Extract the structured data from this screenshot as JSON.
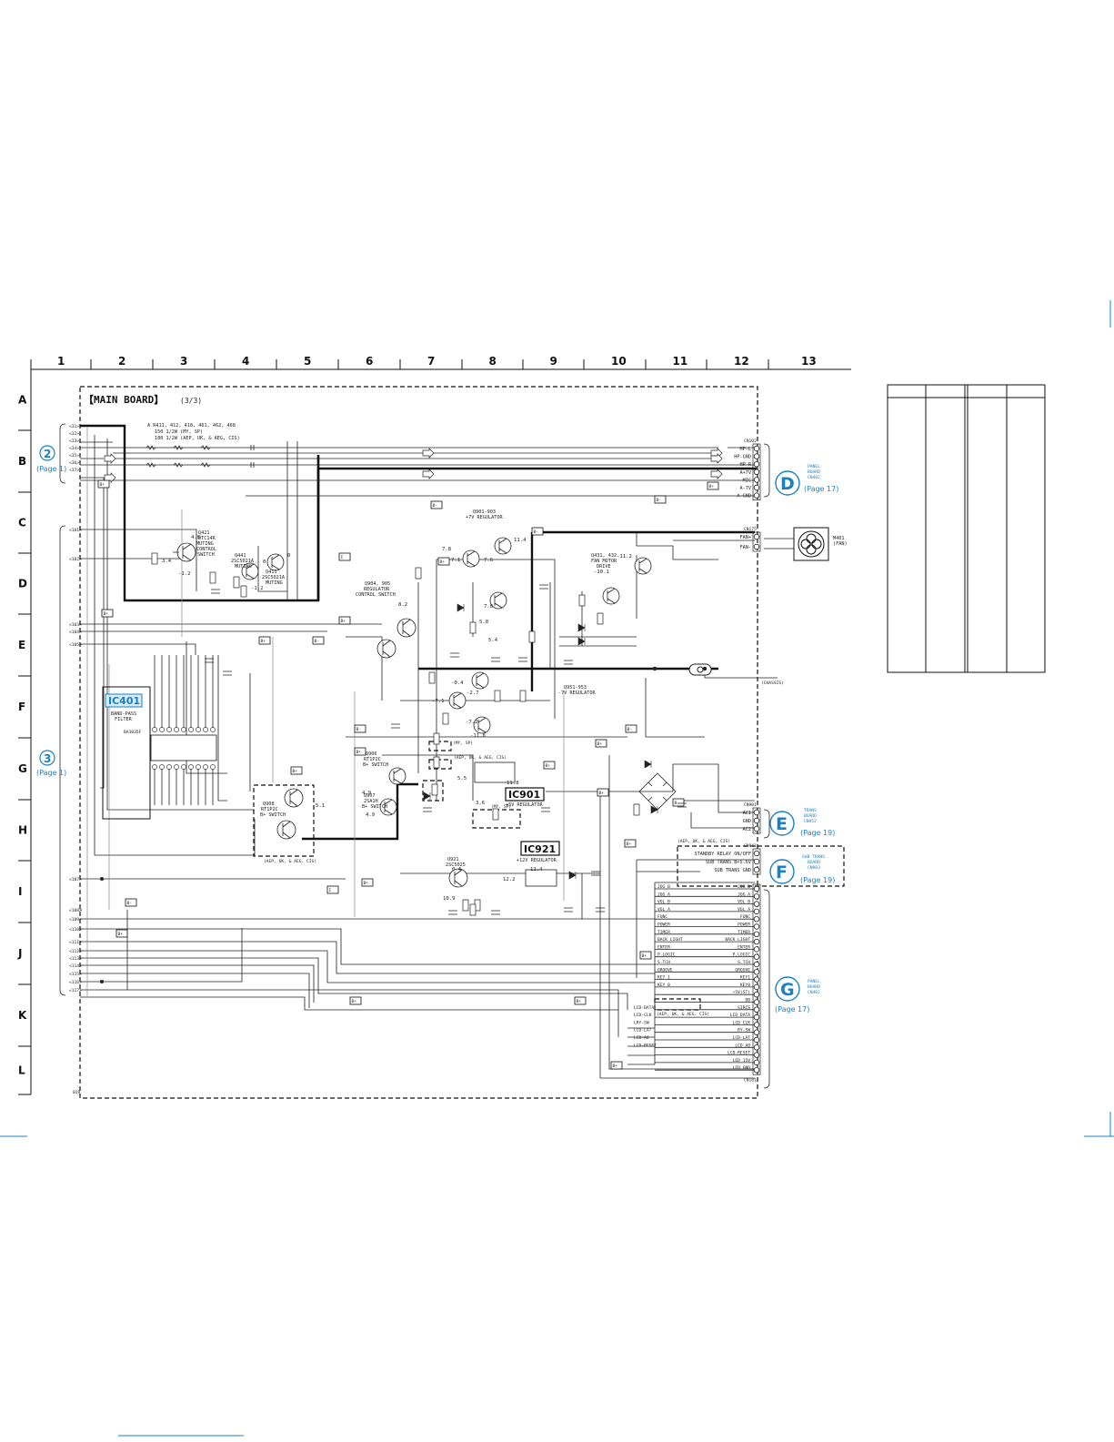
{
  "columns": [
    "1",
    "2",
    "3",
    "4",
    "5",
    "6",
    "7",
    "8",
    "9",
    "10",
    "11",
    "12",
    "13"
  ],
  "rows": [
    "A",
    "B",
    "C",
    "D",
    "E",
    "F",
    "G",
    "H",
    "I",
    "J",
    "K",
    "L"
  ],
  "board_title": "【MAIN BOARD】",
  "board_sub": "(3/3)",
  "header_notes": [
    "A R411, 412, 418, 461, 462, 468",
    "150 1/2W (MY, SP)",
    "180 1/2W (AEP, UK, & AEG, CIS)"
  ],
  "ic_labels": {
    "ic401": "IC401",
    "ic401_desc": [
      "BAND-PASS",
      "FILTER"
    ],
    "ic401_part": "BA3835F",
    "ic901": "IC901",
    "ic901_desc": "+5V REGULATOR",
    "ic921": "IC921",
    "ic921_desc": "+12V REGULATOR"
  },
  "blocks": {
    "q421": [
      "Q421",
      "DTC14R",
      "MUTING",
      "CONTROL",
      "SWITCH"
    ],
    "q441": [
      "Q441",
      "2SC5021A",
      "MUTING"
    ],
    "q411": [
      "Q411",
      "2SC5021A",
      "MUTING"
    ],
    "q904": [
      "Q904, 905",
      "REGULATOR",
      "CONTROL SWITCH"
    ],
    "q901": [
      "Q901-903",
      "+7V REGULATOR"
    ],
    "q431": [
      "Q431, 432",
      "FAN MOTOR",
      "DRIVE"
    ],
    "q951": [
      "Q951-953",
      "-7V REGULATOR"
    ],
    "q906": [
      "Q906",
      "RT1P2C",
      "B+ SWITCH"
    ],
    "q908": [
      "Q908",
      "RT1P2C",
      "B+ SWITCH"
    ],
    "q907": [
      "Q907",
      "2SA1H",
      "B+ SWITCH"
    ],
    "q921": [
      "Q921",
      "2SC5025"
    ],
    "aep_note": "(AEP, UK, & AEG, CIS)",
    "my_sp": "(MY, SP)"
  },
  "connectors": {
    "cn102": {
      "label": "CN102",
      "pins": [
        "HP-L",
        "HP-GND",
        "HP-R",
        "A+7V",
        "MIC",
        "A-7V",
        "A-GND"
      ]
    },
    "cn175": {
      "label": "CN175",
      "pins": [
        "FAN+",
        "FAN-"
      ]
    },
    "cn901": {
      "label": "CN901",
      "pins": [
        "AC1",
        "GND",
        "AC2"
      ]
    },
    "cn941": {
      "label": "CN941",
      "pins": [
        "STANDBY RELAY ON/OFF",
        "SUB TRANS B+5.6V",
        "SUB TRANS GND"
      ]
    },
    "cn181": {
      "label": "CN181",
      "left": [
        "JOG B",
        "JOG A",
        "VOL B",
        "VOL A",
        "FUNC",
        "POWER",
        "TIMER",
        "BACK LIGHT",
        "ENTER",
        "P.LOGIC",
        "S.TCH",
        "GROOVE",
        "KEY 1",
        "KEY 0",
        "",
        "",
        "LCD-DATA",
        "LCD-CLK",
        "LRY-SW",
        "LCD-LAT",
        "LCD-A0",
        "LCD-RESET",
        "",
        ""
      ],
      "right": [
        "JOG B",
        "JOG A",
        "VOL B",
        "VOL A",
        "FUNC",
        "POWER",
        "TIMER",
        "BACK LIGHT",
        "ENTER",
        "P.LOGIC",
        "S.TCH",
        "GROOVE",
        "KEY1",
        "KEY0",
        "+5V(ST)",
        "DB",
        "SIRCS",
        "LCD DATA",
        "LCD CLK",
        "RY-SW",
        "LCD-LAT",
        "LCD A0",
        "LCD-RESET",
        "LED 15V",
        "LED GND"
      ]
    },
    "fan": [
      "M401",
      "(FAN)"
    ],
    "chassis": "(CHASSIS)"
  },
  "offpage": {
    "D": {
      "letter": "D",
      "board": [
        "PANEL",
        "BOARD",
        "CN402"
      ],
      "page": "(Page 17)"
    },
    "E": {
      "letter": "E",
      "board": [
        "TRANS",
        "BOARD",
        "CN952"
      ],
      "page": "(Page 19)"
    },
    "F": {
      "letter": "F",
      "board": [
        "SUB TRANS",
        "BOARD",
        "CN903"
      ],
      "page": "(Page 19)"
    },
    "G": {
      "letter": "G",
      "board": [
        "PANEL",
        "BOARD",
        "CN402"
      ],
      "page": "(Page 17)"
    },
    "two": {
      "num": "2",
      "page": "(Page 1)"
    },
    "three": {
      "num": "3",
      "page": "(Page 1)"
    }
  },
  "left_pins": {
    "top": [
      "31",
      "32",
      "33",
      "34",
      "35",
      "36",
      "37"
    ],
    "mid": [
      "101",
      "102"
    ],
    "e": [
      "103",
      "104",
      "105"
    ],
    "bottom": [
      "107",
      "108",
      "109",
      "110",
      "111",
      "112",
      "113",
      "114",
      "115",
      "116",
      "117"
    ]
  },
  "voltages": [
    "4.8",
    "3.4",
    "-1.2",
    "-1.2",
    "0",
    "0",
    "8.2",
    "7.8",
    "7.1",
    "11.4",
    "7.6",
    "7.8",
    "5.8",
    "5.4",
    "-11.2",
    "-10.1",
    "-0.4",
    "-2.7",
    "-7.1",
    "-7.2",
    "-11.8",
    "4.9",
    "5.1",
    "4.9",
    "3.6",
    "5.5",
    "11.8",
    "12.2",
    "10.9",
    "11.4",
    "0.4"
  ],
  "fig_note": "019"
}
